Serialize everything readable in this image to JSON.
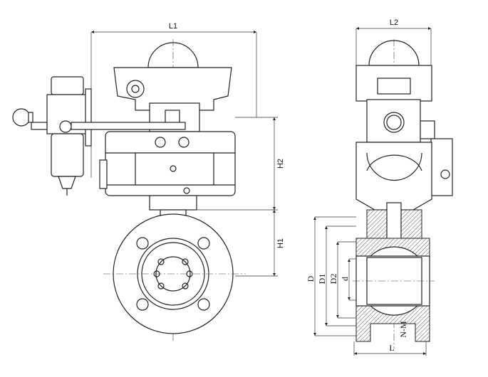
{
  "dimensions": {
    "L1": "L1",
    "L2": "L2",
    "H1": "H1",
    "H2": "H2",
    "D": "D",
    "D1": "D1",
    "D2": "D2",
    "d": "d",
    "NM": "N-M",
    "L": "L"
  }
}
